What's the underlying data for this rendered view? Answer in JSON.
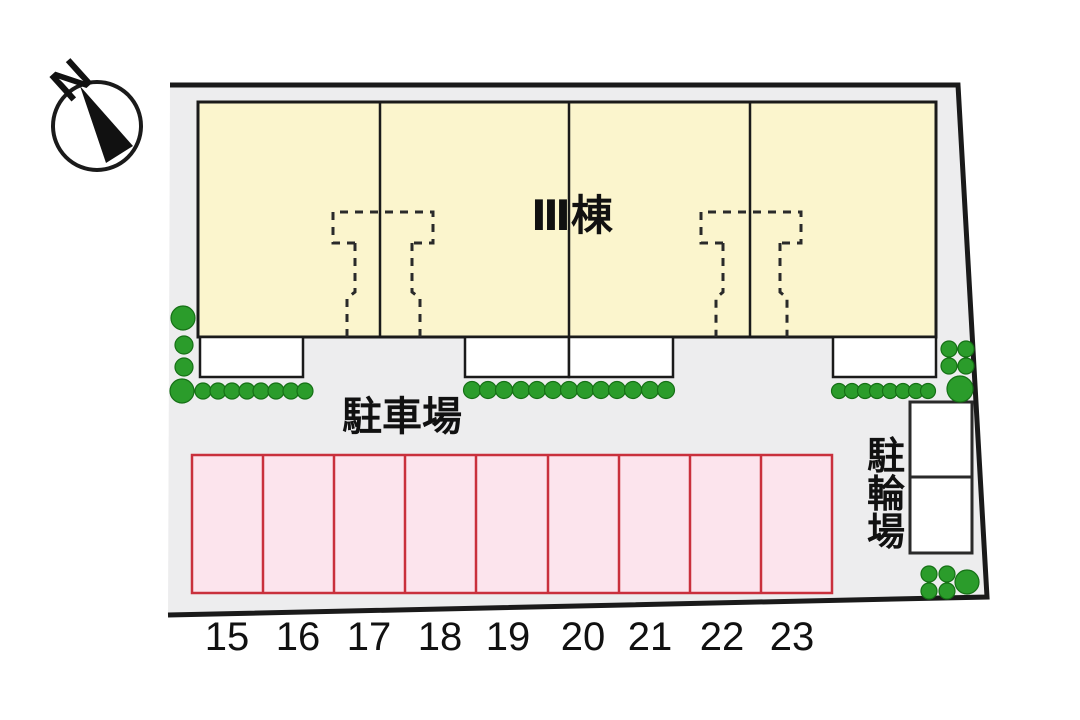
{
  "compass": {
    "label": "N"
  },
  "site": {
    "ground_color": "#ededee",
    "outline_color": "#1a1a1a"
  },
  "building": {
    "label": "Ⅲ棟",
    "fill": "#fbf5cd",
    "outline": "#1a1a1a"
  },
  "parking": {
    "label": "駐車場",
    "fill": "#fce4ed",
    "border": "#c9303c",
    "space_numbers": [
      "15",
      "16",
      "17",
      "18",
      "19",
      "20",
      "21",
      "22",
      "23"
    ]
  },
  "bicycle_parking": {
    "label": "駐輪場",
    "chars": [
      "駐",
      "輪",
      "場"
    ]
  },
  "greenery": {
    "color": "#2b9c2b"
  }
}
